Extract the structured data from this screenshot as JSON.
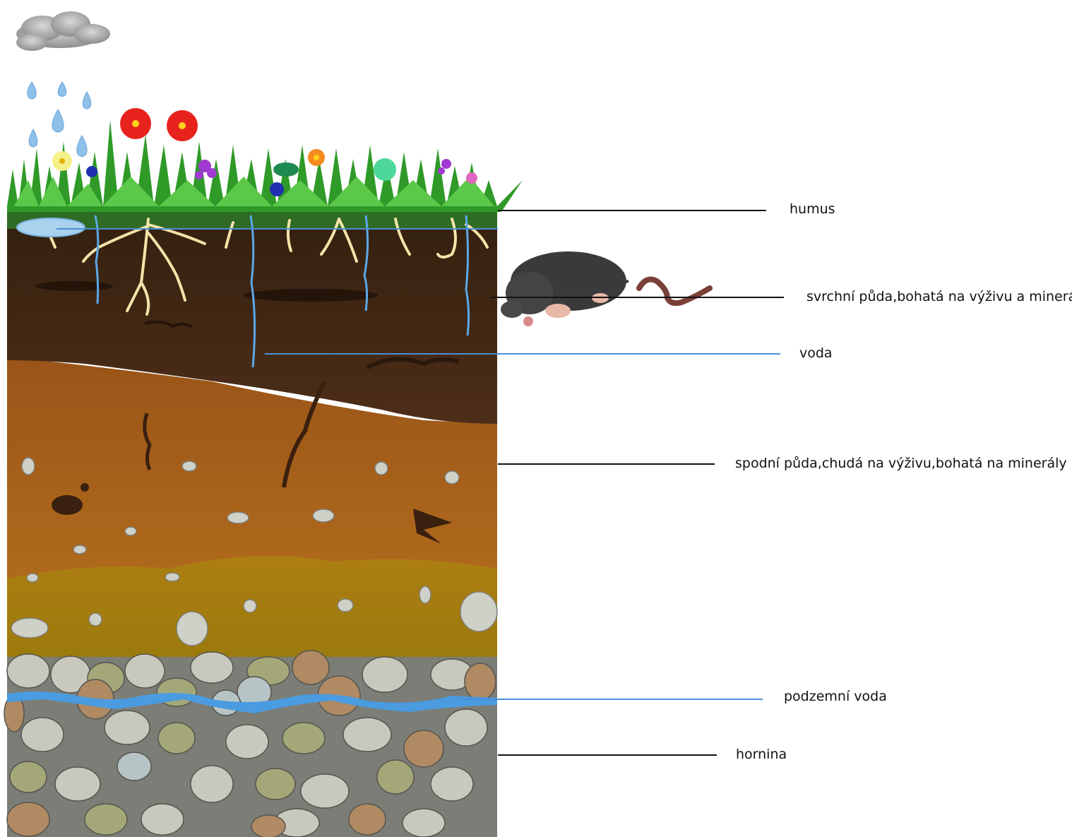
{
  "labels": {
    "humus": "humus",
    "topsoil": "svrchní půda,bohatá na výživu a minerály",
    "water": "voda",
    "subsoil": "spodní půda,chudá na výživu,bohatá na minerály",
    "groundwater": "podzemní voda",
    "bedrock": "hornina"
  },
  "colors": {
    "humus_layer": "#3a2413",
    "topsoil": "#4a2c17",
    "subsoil": "#a45d1a",
    "lower_subsoil": "#a37a10",
    "bedrock": "#7a7a72",
    "water": "#4a9be0",
    "leader_line": "#111111",
    "water_line": "#4a8fd8",
    "grass": "#2f9a28",
    "root": "#f2e4a8"
  }
}
